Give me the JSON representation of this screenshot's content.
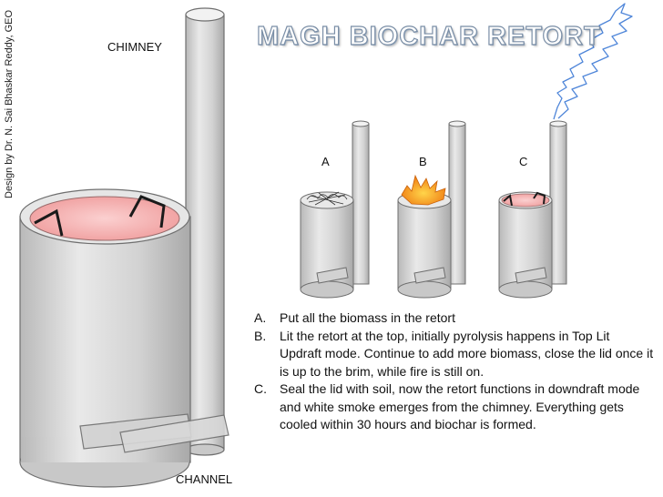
{
  "side_credit": "Design by Dr. N. Sai Bhaskar Reddy, GEO",
  "title": "MAGH BIOCHAR RETORT",
  "labels": {
    "chimney": "CHIMNEY",
    "channel": "CHANNEL"
  },
  "stages": [
    {
      "letter": "A",
      "state": "biomass-loaded"
    },
    {
      "letter": "B",
      "state": "fire-burning"
    },
    {
      "letter": "C",
      "state": "sealed-smoke"
    }
  ],
  "steps": [
    {
      "marker": "A.",
      "text": "Put all the biomass in the retort"
    },
    {
      "marker": "B.",
      "text": "Lit the retort at the top, initially pyrolysis happens in Top Lit Updraft mode.  Continue to add more biomass, close the lid once it is up to the brim, while fire is still on."
    },
    {
      "marker": "C.",
      "text": "Seal the lid with soil, now the retort functions in downdraft mode and white smoke emerges from the chimney. Everything gets cooled within 30 hours and biochar is formed."
    }
  ],
  "colors": {
    "metal": "#dcdcdc",
    "lid": "#f4a3a3",
    "flame": "#f08a1c",
    "smoke": "#4f86d9"
  }
}
